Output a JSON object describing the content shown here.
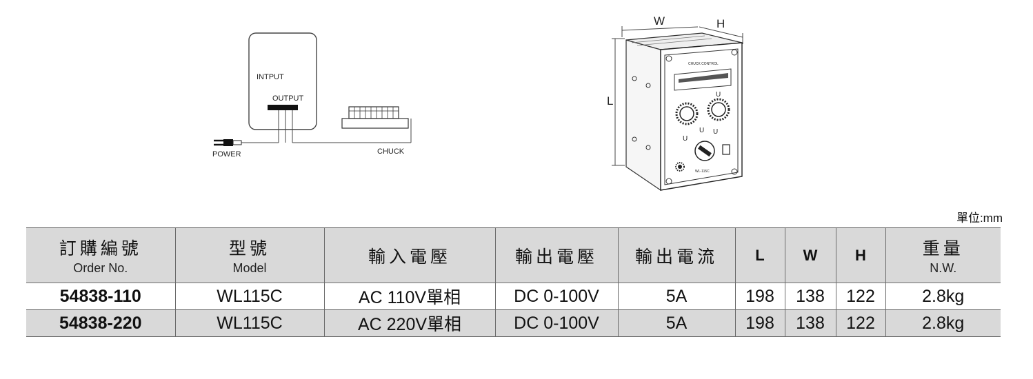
{
  "wiring": {
    "input_label": "INTPUT",
    "output_label": "OUTPUT",
    "power_label": "POWER",
    "chuck_label": "CHUCK"
  },
  "device": {
    "width_label": "W",
    "height_label": "H",
    "length_label": "L",
    "panel_title": "CHUCK CONTROL",
    "panel_model": "WL-115C"
  },
  "unit_note": "單位:mm",
  "table": {
    "headers": [
      {
        "main": "訂購編號",
        "sub": "Order No."
      },
      {
        "main": "型號",
        "sub": "Model"
      },
      {
        "main": "輸入電壓",
        "sub": ""
      },
      {
        "main": "輸出電壓",
        "sub": ""
      },
      {
        "main": "輸出電流",
        "sub": ""
      },
      {
        "main": "L",
        "sub": ""
      },
      {
        "main": "W",
        "sub": ""
      },
      {
        "main": "H",
        "sub": ""
      },
      {
        "main": "重量",
        "sub": "N.W."
      }
    ],
    "rows": [
      [
        "54838-110",
        "WL115C",
        "AC 110V單相",
        "DC 0-100V",
        "5A",
        "198",
        "138",
        "122",
        "2.8kg"
      ],
      [
        "54838-220",
        "WL115C",
        "AC 220V單相",
        "DC 0-100V",
        "5A",
        "198",
        "138",
        "122",
        "2.8kg"
      ]
    ]
  }
}
